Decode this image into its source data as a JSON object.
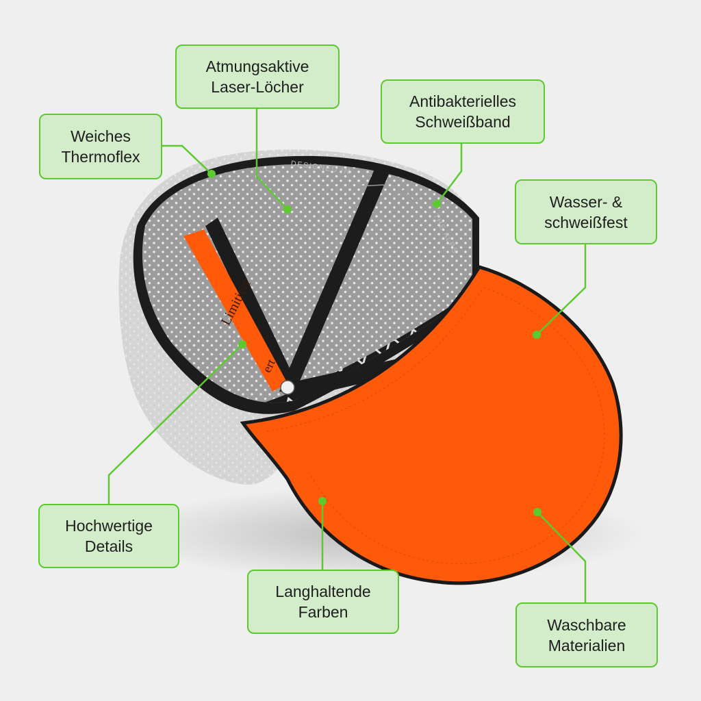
{
  "callouts": {
    "thermoflex": {
      "line1": "Weiches",
      "line2": "Thermoflex"
    },
    "laser_holes": {
      "line1": "Atmungsaktive",
      "line2": "Laser-Löcher"
    },
    "sweatband": {
      "line1": "Antibakterielles",
      "line2": "Schweißband"
    },
    "waterproof": {
      "line1": "Wasser- &",
      "line2": "schweißfest"
    },
    "details": {
      "line1": "Hochwertige",
      "line2": "Details"
    },
    "colors": {
      "line1": "Langhaltende",
      "line2": "Farben"
    },
    "washable": {
      "line1": "Waschbare",
      "line2": "Materialien"
    }
  },
  "cap_print": {
    "sweatband_left": "DESIGNED IN",
    "sweatband_right": "THE ALPS",
    "strap_text": "Limitiert",
    "strap_text_2": "ert"
  },
  "colors": {
    "background": "#efefef",
    "callout_fill": "#d3ecc9",
    "callout_border": "#5cc92f",
    "leader_line": "#5cc92f",
    "brim_orange": "#ff5a0a",
    "tape_dark": "#1c1c1c",
    "mesh_grey": "#9a9a9a"
  }
}
